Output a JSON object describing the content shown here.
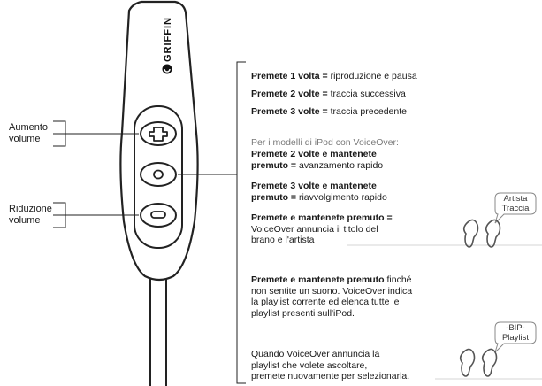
{
  "brand": {
    "name": "GRIFFIN"
  },
  "left_labels": {
    "volume_up": [
      "Aumento",
      "volume"
    ],
    "volume_down": [
      "Riduzione",
      "volume"
    ]
  },
  "instructions": {
    "press_once": {
      "bold": "Premete 1 volta =",
      "text": " riproduzione e pausa"
    },
    "press_twice": {
      "bold": "Premete 2 volte =",
      "text": " traccia successiva"
    },
    "press_thrice": {
      "bold": "Premete 3 volte =",
      "text": " traccia precedente"
    },
    "voiceover_intro": "Per i modelli di iPod con VoiceOver:",
    "twice_hold": {
      "bold_l1": "Premete 2 volte e mantenete",
      "bold_l2": "premuto =",
      "text": " avanzamento rapido"
    },
    "thrice_hold": {
      "bold_l1": "Premete 3 volte e mantenete",
      "bold_l2": "premuto =",
      "text": " riavvolgimento rapido"
    },
    "hold": {
      "bold": "Premete e mantenete premuto =",
      "l2": "VoiceOver annuncia il titolo del",
      "l3": "brano e l'artista"
    },
    "hold_until_beep": {
      "bold": "Premete e mantenete premuto",
      "text": " finché",
      "l2": "non sentite un suono. VoiceOver indica",
      "l3": "la playlist corrente ed elenca tutte le",
      "l4": "playlist presenti sull'iPod."
    },
    "select_playlist": {
      "l1": "Quando VoiceOver annuncia la",
      "l2": "playlist che volete ascoltare,",
      "l3": "premete nuovamente per selezionarla."
    }
  },
  "bubbles": {
    "artist_track": [
      "Artista",
      "Traccia"
    ],
    "beep_playlist": [
      "-BIP-",
      "Playlist"
    ]
  },
  "buttons": {
    "plus": "+",
    "center": "o",
    "minus": "−"
  }
}
